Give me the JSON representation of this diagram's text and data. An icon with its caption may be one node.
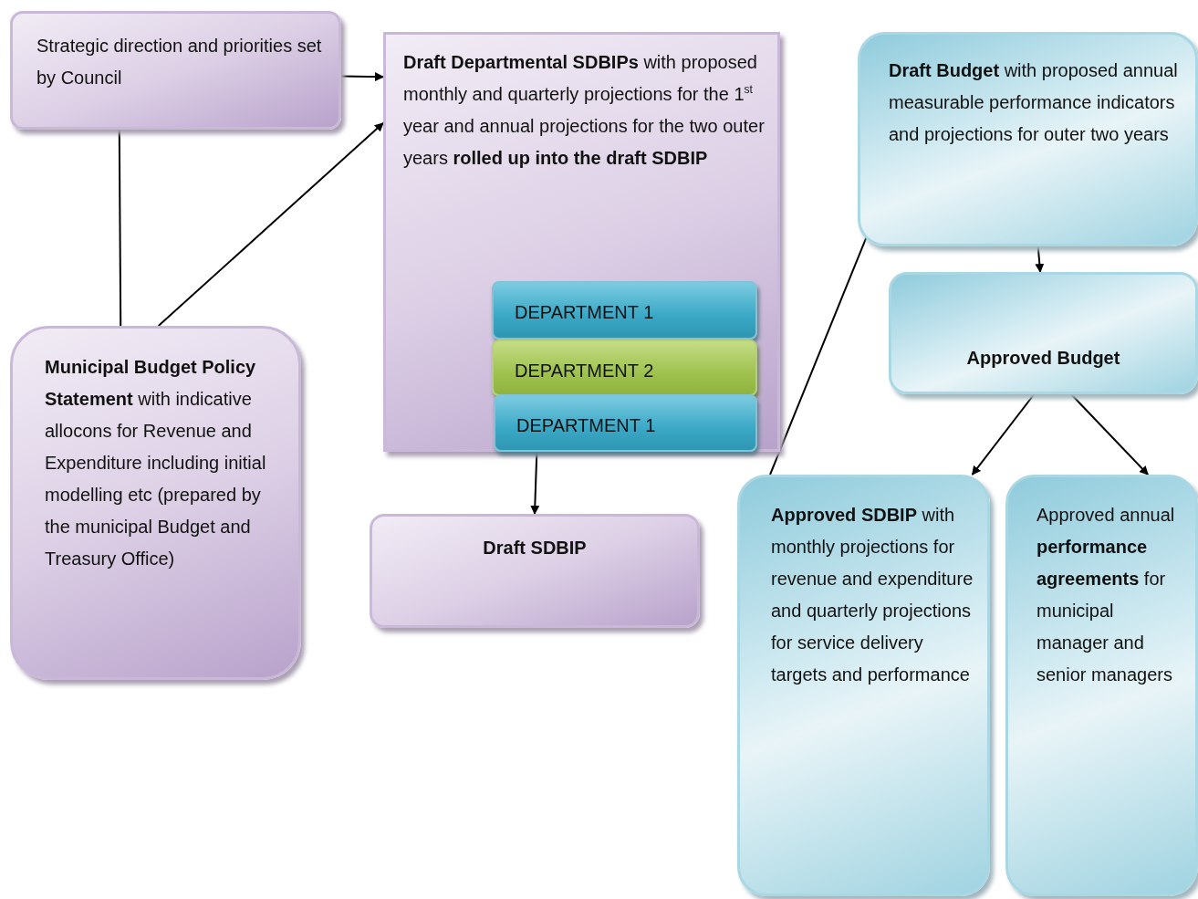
{
  "diagram": {
    "nodes": [
      {
        "text": [
          "Strategic direction and priorities set by Council"
        ]
      },
      {
        "text": [
          "**Draft Departmental SDBIPs** with proposed monthly and quarterly projections for the 1$^{st}$ year and annual projections for the two outer years **rolled up into the draft SDBIP**"
        ]
      },
      {
        "text": [
          "DEPARTMENT 1"
        ],
        "in": 1
      },
      {
        "text": [
          "DEPARTMENT 2"
        ],
        "in": 1
      },
      {
        "text": [
          "DEPARTMENT 1"
        ],
        "in": 1
      },
      {
        "text": [
          "**Municipal Budget Policy Statement** with indicative allocons for Revenue and Expenditure including initial modelling etc (prepared by the municipal Budget and Treasury Office)"
        ]
      },
      {
        "text": [
          "Draft SDBIP"
        ]
      },
      {
        "text": [
          "**Draft Budget** with proposed annual measurable performance indicators and projections for outer two years"
        ]
      },
      {
        "text": [
          "Approved Budget"
        ]
      },
      {
        "text": [
          "**Approved SDBIP** with monthly projections for revenue and expenditure and quarterly projections for service delivery targets and performance"
        ]
      },
      {
        "text": [
          "Approved annual **performance agreements** for municipal manager and senior managers"
        ]
      }
    ],
    "edges": [
      {
        "from": 0,
        "to": 1,
        "arrow": "to"
      },
      {
        "from": 5,
        "to": 1,
        "arrow": "to"
      },
      {
        "from": 0,
        "to": 5,
        "arrow": "none"
      },
      {
        "from": 1,
        "to": 6,
        "arrow": "to"
      },
      {
        "from": 7,
        "to": 8,
        "arrow": "to"
      },
      {
        "from": 8,
        "to": 9,
        "arrow": "to"
      },
      {
        "from": 8,
        "to": 10,
        "arrow": "to"
      },
      {
        "from": 7,
        "to": 9,
        "arrow": "none"
      }
    ]
  }
}
